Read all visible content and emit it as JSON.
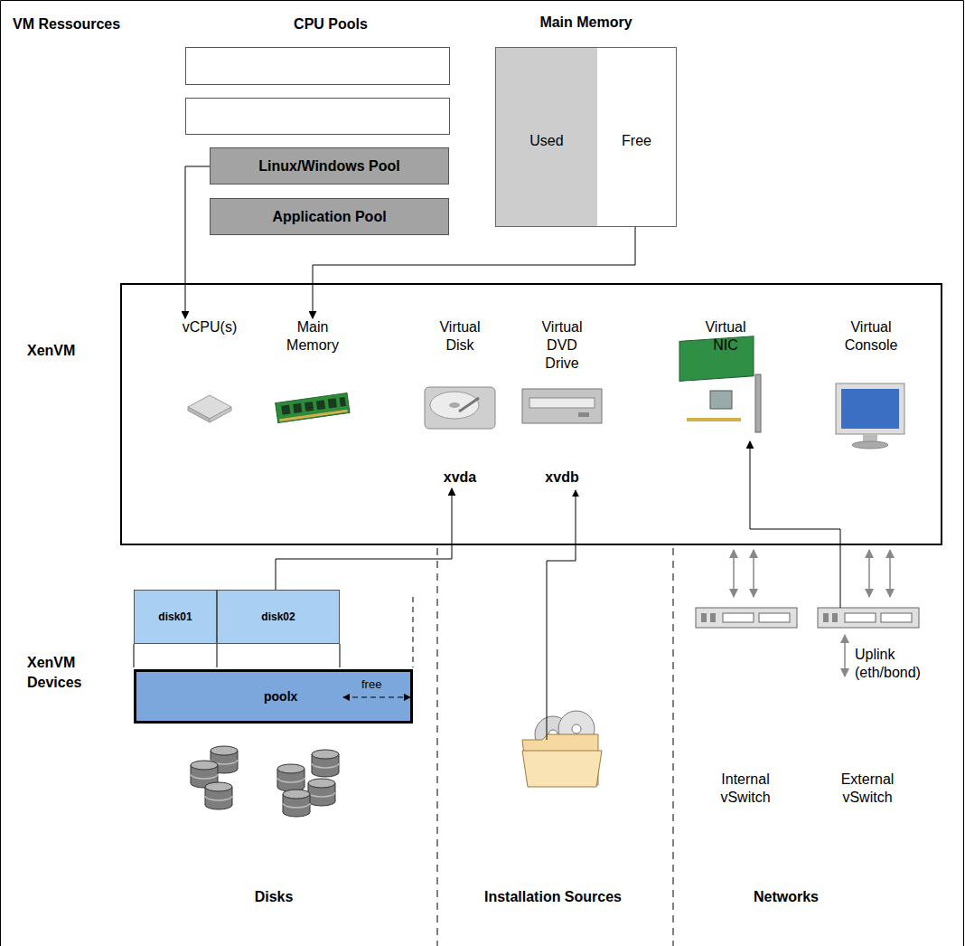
{
  "diagram": {
    "nodes": [
      {
        "text": [
          "Linux/Windows Pool"
        ]
      },
      {
        "text": [
          "Application Pool"
        ]
      },
      {
        "text": [
          "Main Memory",
          "Used",
          "Free"
        ]
      },
      {
        "text": [
          "XenVM"
        ]
      },
      {
        "text": [
          "vCPU(s)"
        ],
        "in": 3
      },
      {
        "text": [
          "Main Memory"
        ],
        "in": 3
      },
      {
        "text": [
          "Virtual Disk",
          "xvda"
        ],
        "in": 3
      },
      {
        "text": [
          "Virtual DVD Drive",
          "xvdb"
        ],
        "in": 3
      },
      {
        "text": [
          "Virtual NIC"
        ],
        "in": 3
      },
      {
        "text": [
          "Virtual Console"
        ],
        "in": 3
      },
      {
        "text": [
          "disk01"
        ]
      },
      {
        "text": [
          "disk02"
        ]
      },
      {
        "text": [
          "poolx",
          "free"
        ]
      },
      {
        "text": [
          "Internal vSwitch"
        ]
      },
      {
        "text": [
          "External vSwitch"
        ]
      }
    ],
    "edges": [
      {
        "from": 0,
        "to": 4,
        "arrow": "to"
      },
      {
        "from": 2,
        "to": 5,
        "arrow": "to"
      },
      {
        "from": 11,
        "to": 6,
        "arrow": "to"
      },
      {
        "from": 14,
        "to": 8,
        "arrow": "to"
      }
    ],
    "labels": [
      "VM Ressources",
      "CPU Pools",
      "XenVM Devices",
      "Disks",
      "Installation Sources",
      "Networks",
      "Uplink (eth/bond)"
    ]
  }
}
